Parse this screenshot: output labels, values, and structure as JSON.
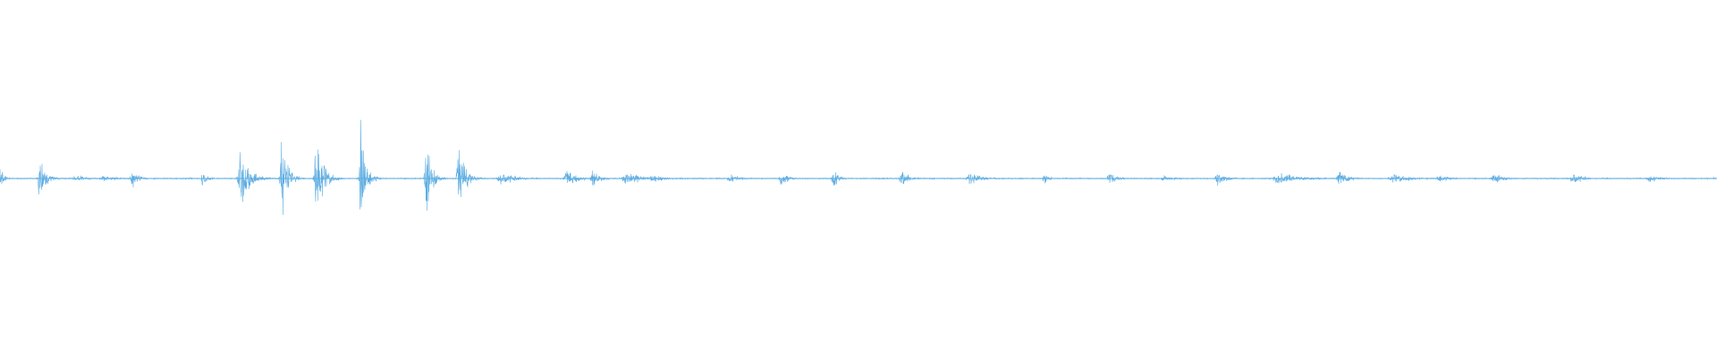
{
  "waveform": {
    "color": "#5dade2",
    "background": "#ffffff",
    "baseline_amplitude": 0.004,
    "duration_fraction_visible": 1.0,
    "bursts": [
      {
        "at": 0.0,
        "amp": 0.09,
        "width": 0.002,
        "density": 0.9
      },
      {
        "at": 0.023,
        "amp": 0.13,
        "width": 0.004,
        "density": 0.9
      },
      {
        "at": 0.044,
        "amp": 0.03,
        "width": 0.005,
        "density": 0.6
      },
      {
        "at": 0.06,
        "amp": 0.02,
        "width": 0.009,
        "density": 0.6
      },
      {
        "at": 0.077,
        "amp": 0.06,
        "width": 0.004,
        "density": 0.8
      },
      {
        "at": 0.118,
        "amp": 0.05,
        "width": 0.003,
        "density": 0.7
      },
      {
        "at": 0.14,
        "amp": 0.19,
        "width": 0.005,
        "density": 1.0
      },
      {
        "at": 0.164,
        "amp": 0.27,
        "width": 0.0035,
        "density": 1.0
      },
      {
        "at": 0.184,
        "amp": 0.32,
        "width": 0.004,
        "density": 1.0
      },
      {
        "at": 0.21,
        "amp": 0.36,
        "width": 0.003,
        "density": 1.0
      },
      {
        "at": 0.248,
        "amp": 0.29,
        "width": 0.003,
        "density": 1.0
      },
      {
        "at": 0.267,
        "amp": 0.28,
        "width": 0.0035,
        "density": 1.0
      },
      {
        "at": 0.292,
        "amp": 0.05,
        "width": 0.008,
        "density": 0.8
      },
      {
        "at": 0.33,
        "amp": 0.06,
        "width": 0.006,
        "density": 0.8
      },
      {
        "at": 0.345,
        "amp": 0.07,
        "width": 0.004,
        "density": 0.8
      },
      {
        "at": 0.365,
        "amp": 0.05,
        "width": 0.009,
        "density": 0.8
      },
      {
        "at": 0.38,
        "amp": 0.04,
        "width": 0.006,
        "density": 0.7
      },
      {
        "at": 0.425,
        "amp": 0.03,
        "width": 0.006,
        "density": 0.7
      },
      {
        "at": 0.455,
        "amp": 0.05,
        "width": 0.004,
        "density": 0.8
      },
      {
        "at": 0.485,
        "amp": 0.07,
        "width": 0.003,
        "density": 0.8
      },
      {
        "at": 0.525,
        "amp": 0.06,
        "width": 0.004,
        "density": 0.8
      },
      {
        "at": 0.565,
        "amp": 0.04,
        "width": 0.007,
        "density": 0.7
      },
      {
        "at": 0.608,
        "amp": 0.05,
        "width": 0.0025,
        "density": 0.8
      },
      {
        "at": 0.646,
        "amp": 0.04,
        "width": 0.005,
        "density": 0.7
      },
      {
        "at": 0.678,
        "amp": 0.02,
        "width": 0.006,
        "density": 0.6
      },
      {
        "at": 0.709,
        "amp": 0.05,
        "width": 0.005,
        "density": 0.8
      },
      {
        "at": 0.745,
        "amp": 0.04,
        "width": 0.012,
        "density": 0.7
      },
      {
        "at": 0.78,
        "amp": 0.05,
        "width": 0.005,
        "density": 0.8
      },
      {
        "at": 0.812,
        "amp": 0.03,
        "width": 0.011,
        "density": 0.6
      },
      {
        "at": 0.838,
        "amp": 0.03,
        "width": 0.006,
        "density": 0.6
      },
      {
        "at": 0.87,
        "amp": 0.04,
        "width": 0.005,
        "density": 0.7
      },
      {
        "at": 0.916,
        "amp": 0.05,
        "width": 0.005,
        "density": 0.8
      },
      {
        "at": 0.961,
        "amp": 0.03,
        "width": 0.006,
        "density": 0.6
      },
      {
        "at": 0.998,
        "amp": 0.01,
        "width": 0.002,
        "density": 0.5
      }
    ]
  }
}
